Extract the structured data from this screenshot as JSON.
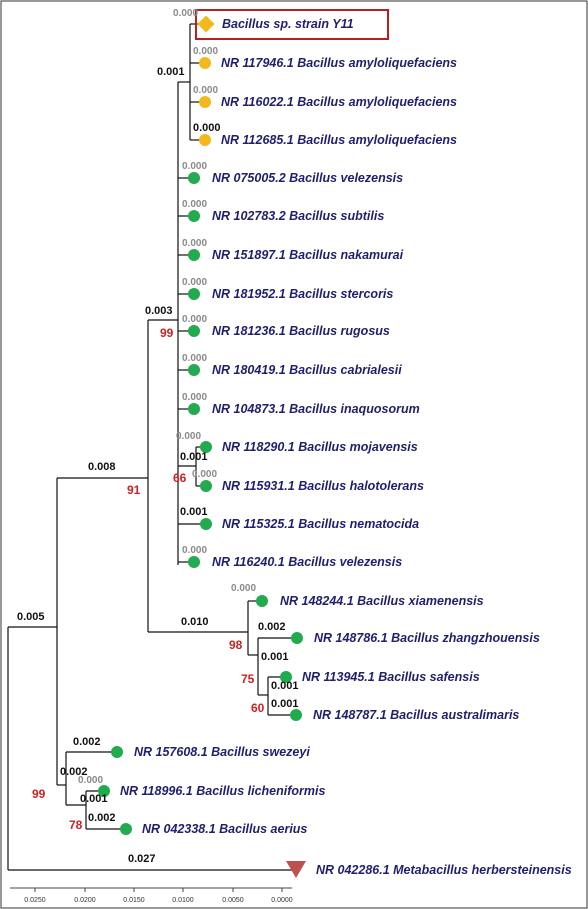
{
  "tree": {
    "taxa": [
      {
        "label": "Bacillus sp. strain Y11",
        "marker": "diamond"
      },
      {
        "label": "NR 117946.1 Bacillus amyloliquefaciens",
        "marker": "circle-yellow"
      },
      {
        "label": "NR 116022.1 Bacillus amyloliquefaciens",
        "marker": "circle-yellow"
      },
      {
        "label": "NR 112685.1 Bacillus amyloliquefaciens",
        "marker": "circle-yellow"
      },
      {
        "label": "NR 075005.2 Bacillus velezensis",
        "marker": "circle-green"
      },
      {
        "label": "NR 102783.2 Bacillus subtilis",
        "marker": "circle-green"
      },
      {
        "label": "NR 151897.1 Bacillus nakamurai",
        "marker": "circle-green"
      },
      {
        "label": "NR 181952.1 Bacillus stercoris",
        "marker": "circle-green"
      },
      {
        "label": "NR 181236.1 Bacillus rugosus",
        "marker": "circle-green"
      },
      {
        "label": "NR 180419.1 Bacillus cabrialesii",
        "marker": "circle-green"
      },
      {
        "label": "NR 104873.1 Bacillus inaquosorum",
        "marker": "circle-green"
      },
      {
        "label": "NR 118290.1 Bacillus mojavensis",
        "marker": "circle-green"
      },
      {
        "label": "NR 115931.1 Bacillus halotolerans",
        "marker": "circle-green"
      },
      {
        "label": "NR 115325.1 Bacillus nematocida",
        "marker": "circle-green"
      },
      {
        "label": "NR 116240.1 Bacillus velezensis",
        "marker": "circle-green"
      },
      {
        "label": "NR 148244.1 Bacillus xiamenensis",
        "marker": "circle-green"
      },
      {
        "label": "NR 148786.1 Bacillus zhangzhouensis",
        "marker": "circle-green"
      },
      {
        "label": "NR 113945.1 Bacillus safensis",
        "marker": "circle-green"
      },
      {
        "label": "NR 148787.1 Bacillus australimaris",
        "marker": "circle-green"
      },
      {
        "label": "NR 157608.1 Bacillus swezeyi",
        "marker": "circle-green"
      },
      {
        "label": "NR 118996.1 Bacillus licheniformis",
        "marker": "circle-green"
      },
      {
        "label": "NR 042338.1 Bacillus aerius",
        "marker": "circle-green"
      },
      {
        "label": "NR 042286.1 Metabacillus herbersteinensis",
        "marker": "triangle-red"
      }
    ],
    "branch_lengths": [
      "0.000",
      "0.000",
      "0.000",
      "0.000",
      "0.001",
      "0.000",
      "0.000",
      "0.000",
      "0.000",
      "0.000",
      "0.000",
      "0.000",
      "0.003",
      "0.000",
      "0.001",
      "0.000",
      "0.001",
      "0.000",
      "0.008",
      "0.000",
      "0.002",
      "0.001",
      "0.001",
      "0.001",
      "0.010",
      "0.002",
      "0.002",
      "0.000",
      "0.001",
      "0.002",
      "0.005",
      "0.027"
    ],
    "bootstrap": [
      "99",
      "66",
      "91",
      "98",
      "75",
      "60",
      "99",
      "78"
    ],
    "axis_ticks": [
      "0.0250",
      "0.0200",
      "0.0150",
      "0.0100",
      "0.0050",
      "0.0000"
    ]
  },
  "colors": {
    "diamond": "#f2b81d",
    "circle-yellow": "#f2b81d",
    "circle-green": "#22aa4f",
    "triangle-red": "#c0504d",
    "label": "#1f1f6e",
    "bootstrap": "#cc2222"
  }
}
